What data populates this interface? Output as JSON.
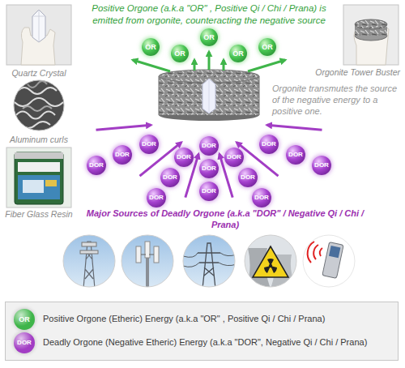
{
  "diagram": {
    "title": "Positive Orgone (a.k.a \"OR\" , Positive Qi / Chi / Prana) is emitted from orgonite, counteracting the negative source",
    "nodes": [
      {
        "text": [
          "OR"
        ]
      },
      {
        "text": [
          "OR"
        ]
      },
      {
        "text": [
          "OR"
        ]
      },
      {
        "text": [
          "OR"
        ]
      },
      {
        "text": [
          "OR"
        ]
      },
      {
        "text": [
          "DOR"
        ]
      },
      {
        "text": [
          "DOR"
        ]
      },
      {
        "text": [
          "DOR"
        ]
      },
      {
        "text": [
          "DOR"
        ]
      },
      {
        "text": [
          "DOR"
        ]
      },
      {
        "text": [
          "DOR"
        ]
      },
      {
        "text": [
          "DOR"
        ]
      },
      {
        "text": [
          "DOR"
        ]
      },
      {
        "text": [
          "DOR"
        ]
      },
      {
        "text": [
          "DOR"
        ]
      },
      {
        "text": [
          "DOR"
        ]
      },
      {
        "text": [
          "DOR"
        ]
      },
      {
        "text": [
          "DOR"
        ]
      },
      {
        "text": [
          "DOR"
        ]
      },
      {
        "text": [
          "DOR"
        ]
      }
    ],
    "labels": [
      "Quartz Crystal",
      "Orgonite Tower Buster",
      "Aluminum curls",
      "Orgonite transmutes the source of the negative energy to a positive one.",
      "Fiber Glass Resin",
      "Major Sources of Deadly Orgone (a.k.a \"DOR\" / Negative Qi / Chi / Prana)",
      "OR",
      "DOR"
    ],
    "legend": [
      {
        "text": "Positive Orgone (Etheric) Energy (a.k.a \"OR\" , Positive Qi / Chi / Prana)",
        "color": "#3fb54a"
      },
      {
        "text": "Deadly Orgone (Negative Etheric) Energy (a.k.a \"DOR\", Negative Qi / Chi / Prana)",
        "color": "#a23dc4"
      }
    ]
  }
}
